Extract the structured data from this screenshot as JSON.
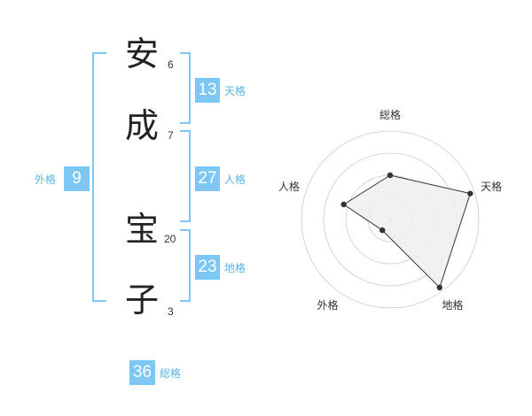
{
  "name_chars": [
    {
      "char": "安",
      "strokes": "6"
    },
    {
      "char": "成",
      "strokes": "7"
    },
    {
      "char": "宝",
      "strokes": "20"
    },
    {
      "char": "子",
      "strokes": "3"
    }
  ],
  "fortunes": {
    "tenkaku": {
      "value": "13",
      "label": "天格"
    },
    "jinkaku": {
      "value": "27",
      "label": "人格"
    },
    "chikaku": {
      "value": "23",
      "label": "地格"
    },
    "gaikaku": {
      "value": "9",
      "label": "外格"
    },
    "soukaku": {
      "value": "36",
      "label": "総格"
    }
  },
  "chart_data": {
    "type": "radar",
    "axes": [
      "総格",
      "天格",
      "地格",
      "外格",
      "人格"
    ],
    "values": [
      0.5,
      0.95,
      0.95,
      0.15,
      0.55
    ],
    "max": 1,
    "rings": 4,
    "colors": {
      "fill": "#eeeeee",
      "line": "#333333",
      "grid": "#cccccc",
      "center": "#cccccc",
      "point": "#333333"
    }
  }
}
